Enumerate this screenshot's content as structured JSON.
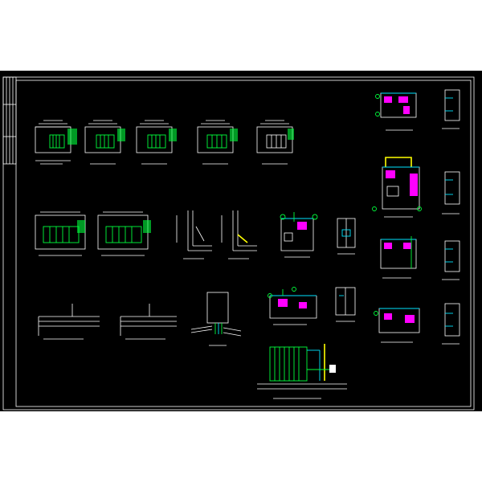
{
  "drawing": {
    "background": "#000000",
    "colors": {
      "line": "#ffffff",
      "pipe_green": "#00ff3c",
      "pipe_cyan": "#00e5ff",
      "fixture_magenta": "#ff00ff",
      "highlight_yellow": "#ffff00"
    },
    "elevation_views_row1": 5,
    "elevation_views_row2": 2,
    "section_views": 2,
    "floor_details": 2,
    "plan_views_middle": 3,
    "plan_views_right": 4,
    "icons": [
      "title-block-icon",
      "riser-detail-icon",
      "radiator-detail-icon"
    ]
  }
}
